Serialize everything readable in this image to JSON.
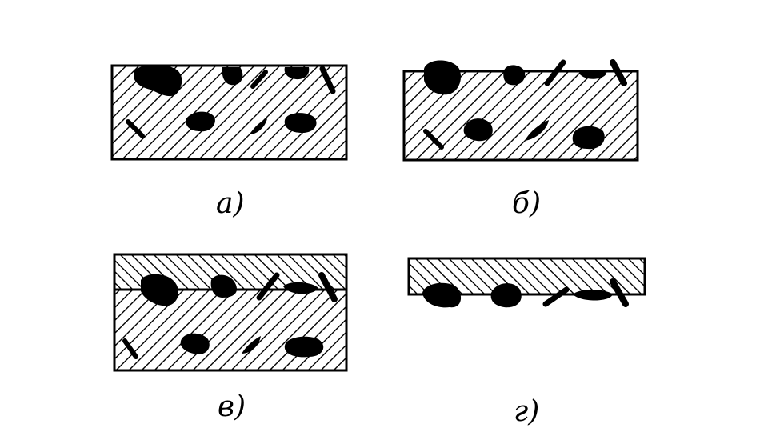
{
  "panels": [
    {
      "id": "a",
      "caption": "а)"
    },
    {
      "id": "b",
      "caption": "б)"
    },
    {
      "id": "v",
      "caption": "в)"
    },
    {
      "id": "g",
      "caption": "г)"
    }
  ],
  "colors": {
    "ink": "#000000",
    "paper": "#ffffff"
  }
}
